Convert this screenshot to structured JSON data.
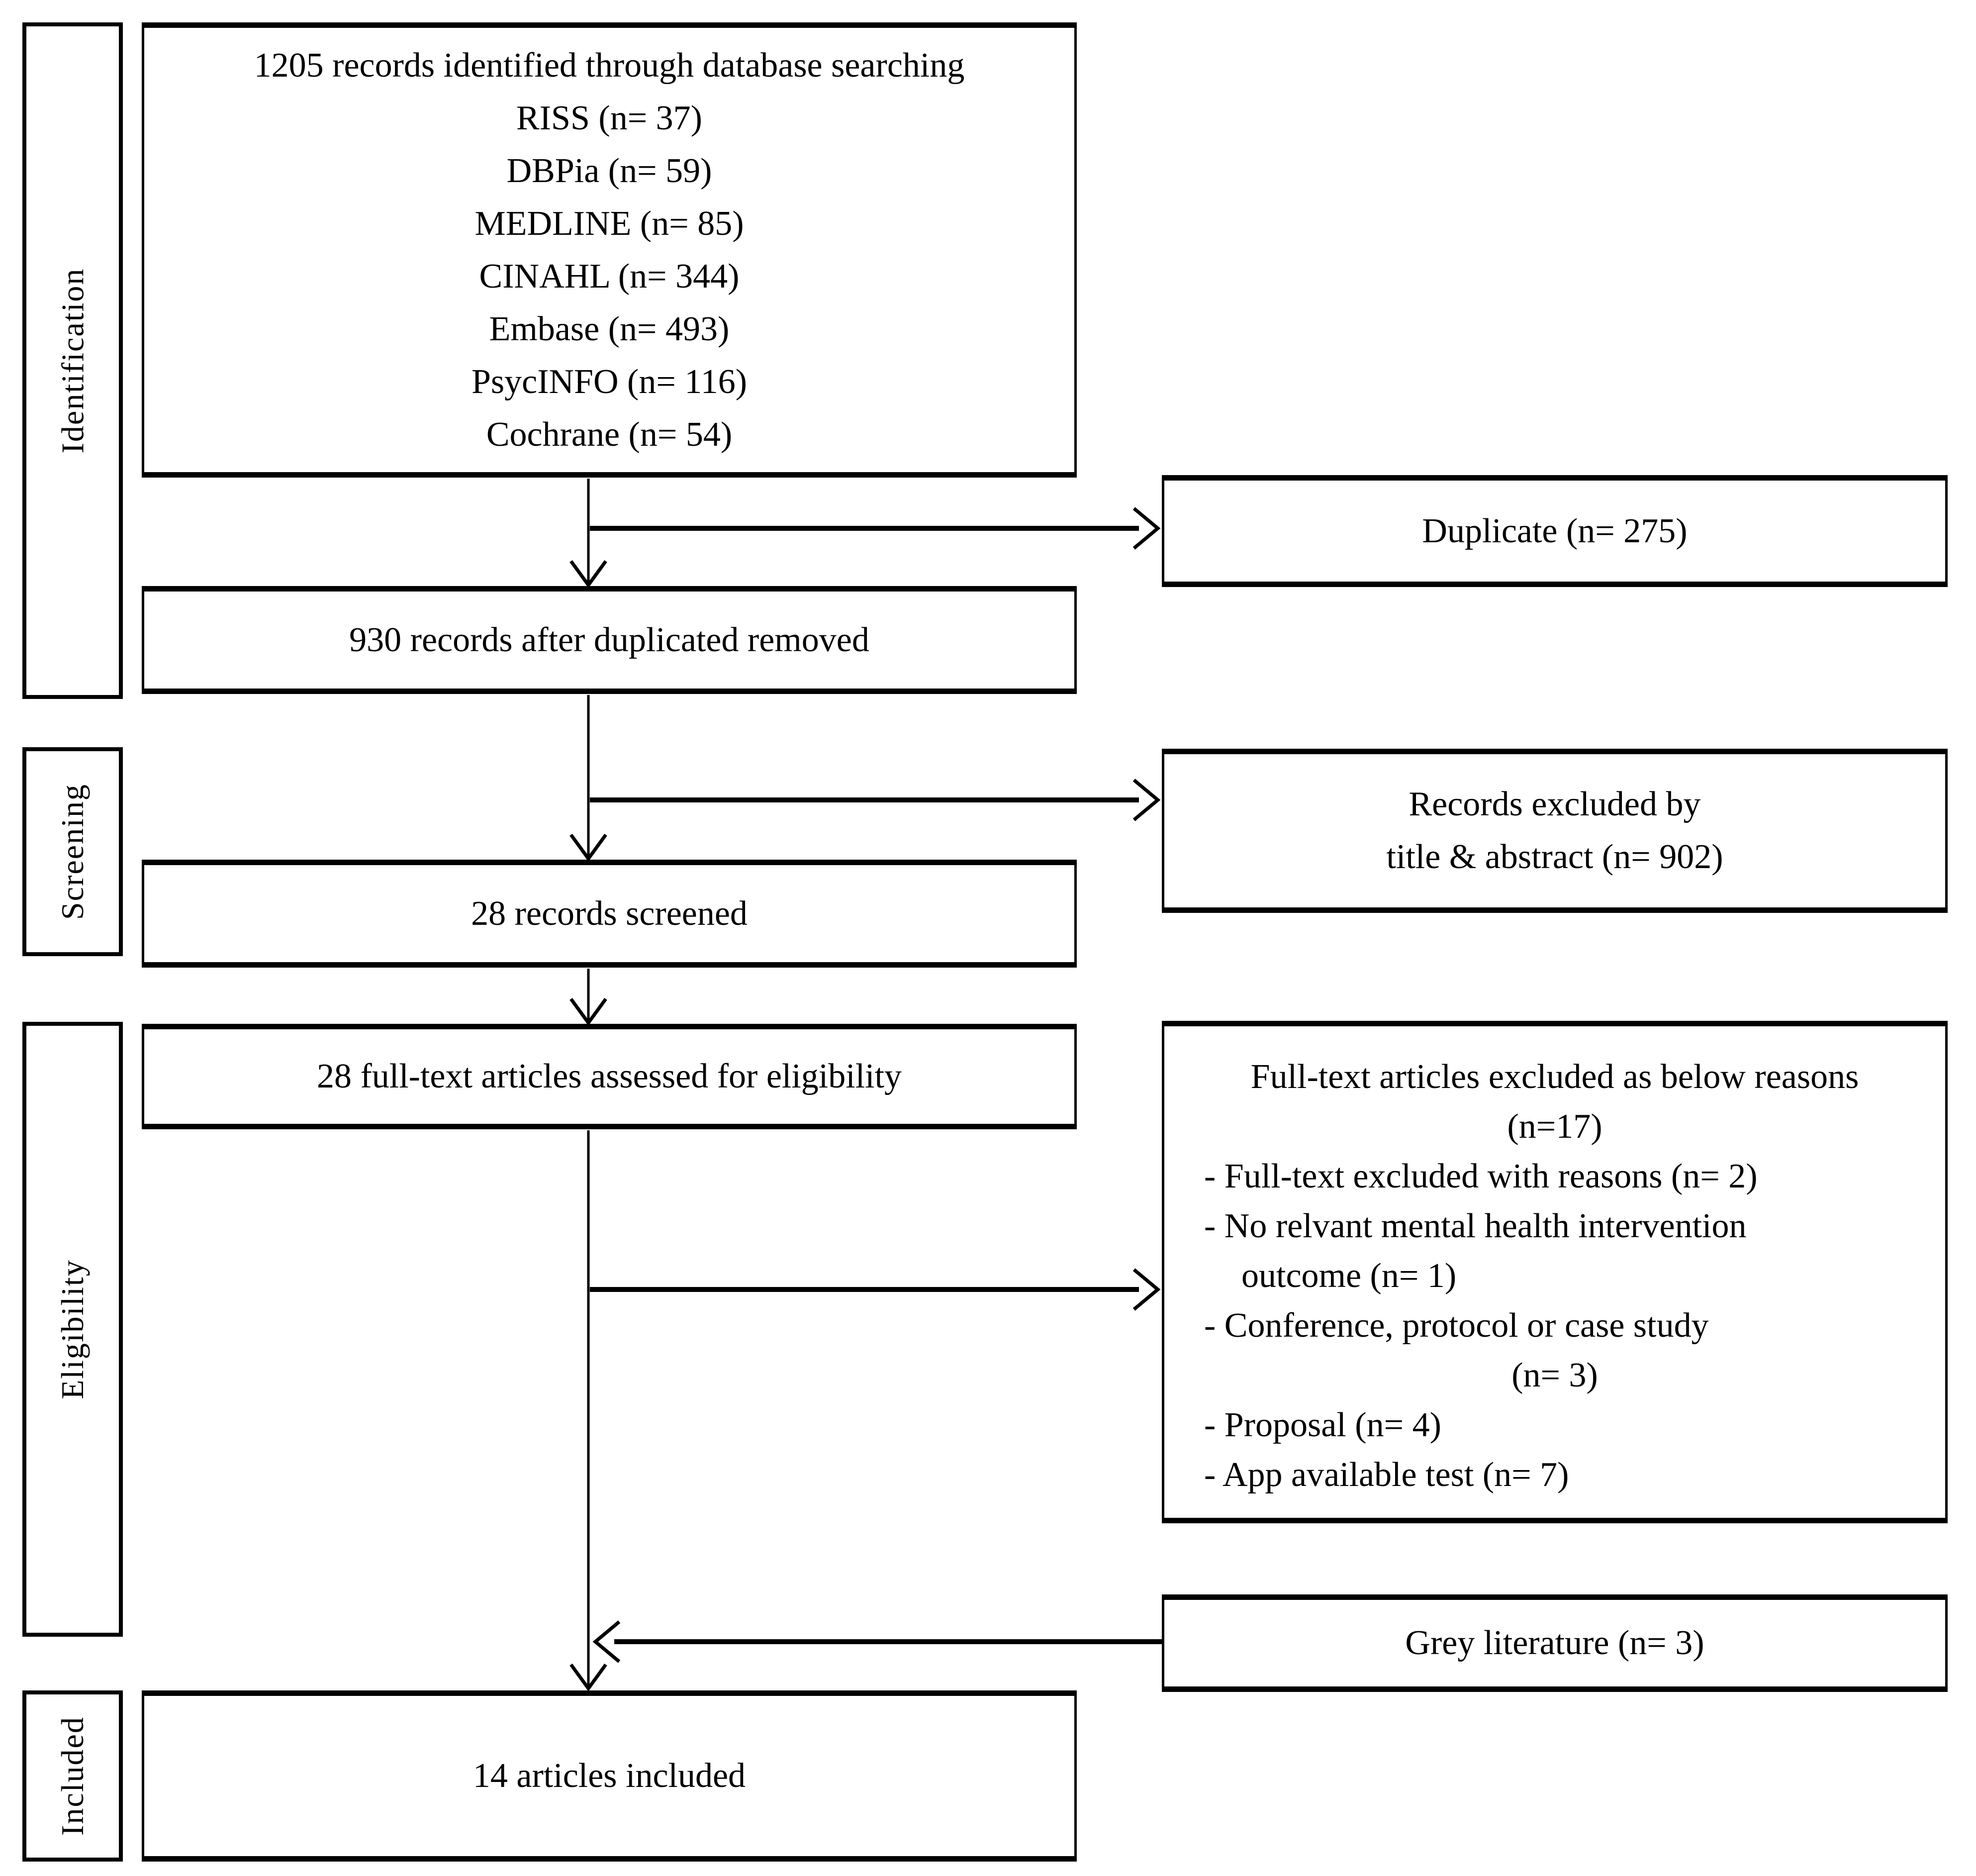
{
  "stages": [
    {
      "label": "Identification"
    },
    {
      "label": "Screening"
    },
    {
      "label": "Eligibility"
    },
    {
      "label": "Included"
    }
  ],
  "main_boxes": [
    {
      "lines": [
        "1205 records identified through database searching",
        "RISS (n= 37)",
        "DBPia (n= 59)",
        "MEDLINE (n= 85)",
        "CINAHL (n= 344)",
        "Embase (n= 493)",
        "PsycINFO (n= 116)",
        "Cochrane (n= 54)"
      ]
    },
    {
      "lines": [
        "930 records after duplicated removed"
      ]
    },
    {
      "lines": [
        "28 records screened"
      ]
    },
    {
      "lines": [
        "28 full-text articles assessed for eligibility"
      ]
    },
    {
      "lines": [
        "14 articles included"
      ]
    }
  ],
  "side_boxes": [
    {
      "lines": [
        "Duplicate (n= 275)"
      ]
    },
    {
      "lines": [
        "Records excluded by",
        "title & abstract (n= 902)"
      ]
    },
    {
      "lines": [
        "Full-text articles excluded as below reasons",
        "(n=17)",
        "- Full-text excluded with reasons (n= 2)",
        "- No relvant mental health intervention",
        "outcome (n= 1)",
        "- Conference, protocol or case study",
        "(n= 3)",
        "- Proposal (n= 4)",
        "- App available test (n= 7)"
      ]
    },
    {
      "lines": [
        "Grey literature (n= 3)"
      ]
    }
  ],
  "colors": {
    "background": "#ffffff",
    "line": "#000000",
    "text": "#000000"
  }
}
